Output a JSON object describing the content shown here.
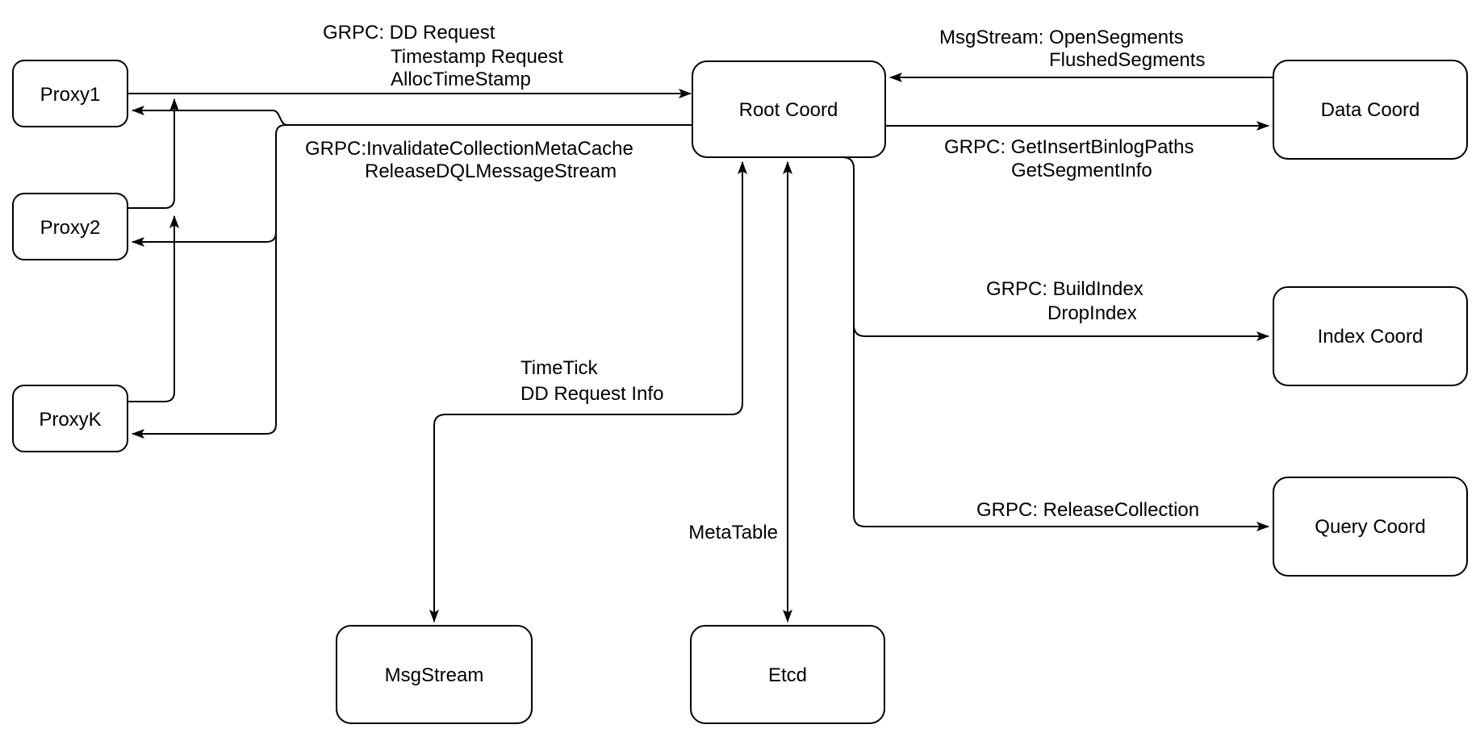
{
  "nodes": {
    "proxy1": "Proxy1",
    "proxy2": "Proxy2",
    "proxyk": "ProxyK",
    "root_coord": "Root Coord",
    "data_coord": "Data Coord",
    "index_coord": "Index Coord",
    "query_coord": "Query Coord",
    "msgstream": "MsgStream",
    "etcd": "Etcd"
  },
  "edge_labels": {
    "proxy_to_root": [
      "GRPC: DD Request",
      "Timestamp Request",
      "AllocTimeStamp"
    ],
    "root_to_proxy": [
      "GRPC:InvalidateCollectionMetaCache",
      "ReleaseDQLMessageStream"
    ],
    "data_to_root": [
      "MsgStream: OpenSegments",
      "FlushedSegments"
    ],
    "root_to_data": [
      "GRPC: GetInsertBinlogPaths",
      "GetSegmentInfo"
    ],
    "root_to_index": [
      "GRPC: BuildIndex",
      "DropIndex"
    ],
    "root_to_query": [
      "GRPC: ReleaseCollection"
    ],
    "root_to_msgstream": [
      "TimeTick",
      "DD Request Info"
    ],
    "root_to_etcd": [
      "MetaTable"
    ]
  },
  "colors": {
    "line": "#000000",
    "node_fill": "#ffffff",
    "node_stroke": "#000000",
    "background": "#ffffff",
    "text": "#000000"
  }
}
